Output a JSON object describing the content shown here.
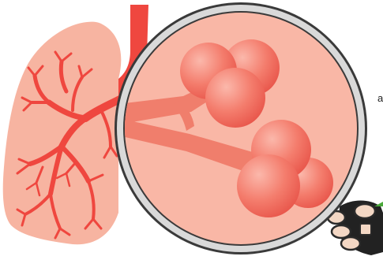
{
  "diagram": {
    "caption": "",
    "parts": [
      {
        "id": "lung",
        "icon": "lung-icon"
      },
      {
        "id": "trachea",
        "icon": "trachea-icon"
      },
      {
        "id": "bronchial-tree",
        "icon": "bronchial-tree-icon"
      },
      {
        "id": "magnifying-glass",
        "icon": "magnifier-icon"
      },
      {
        "id": "alveoli-cluster-upper",
        "icon": "alveolus-cluster-icon"
      },
      {
        "id": "alveoli-cluster-lower",
        "icon": "alveolus-cluster-icon"
      },
      {
        "id": "hand",
        "icon": "hand-icon"
      }
    ],
    "edge_glyph": "a"
  },
  "colors": {
    "lung_fill": "#f7b4a1",
    "airway": "#ef473f",
    "lens_fill": "#f9b7a6",
    "lens_ring": "#d9d9d9",
    "lens_outline": "#3a3a3a",
    "bronchiole_zoom": "#f07e6c",
    "alveolus": "#f26a5a",
    "hand_skin": "#f3d7c4",
    "hand_glove": "#222222"
  }
}
